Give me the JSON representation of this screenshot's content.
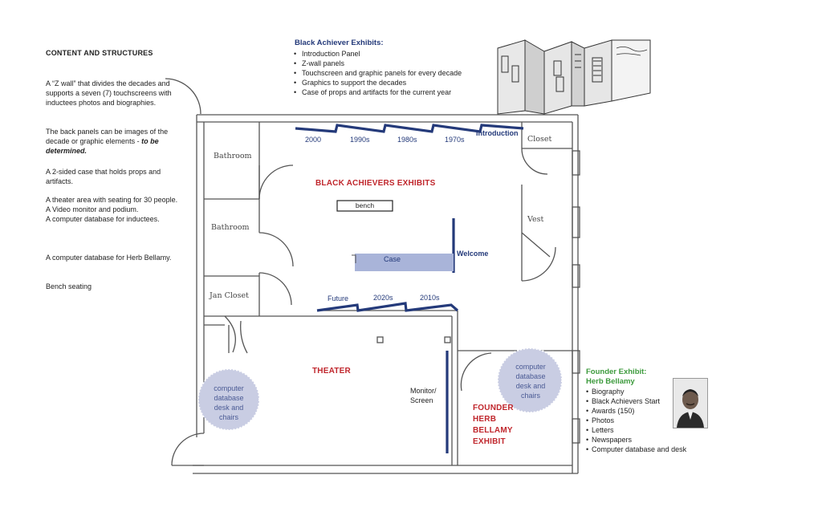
{
  "notes": {
    "title": "CONTENT AND STRUCTURES",
    "paragraphs": [
      "A “Z wall” that divides the decades and supports a seven (7) touchscreens with inductees photos and biographies.",
      "A theater area with seating for 30 people.",
      "A Video monitor and podium.",
      "A computer database for inductees.",
      "A computer database for Herb Bellamy.",
      "Bench seating"
    ],
    "back_panels_text": "The back panels can be images of the decade or graphic elements -",
    "back_panels_emphasis": "to be determined.",
    "case_text": "A 2-sided case that holds props and artifacts."
  },
  "exhibits": {
    "title": "Black Achiever Exhibits:",
    "items": [
      "Introduction Panel",
      "Z-wall panels",
      "Touchscreen and graphic panels for every decade",
      "Graphics to support the decades",
      "Case of props and artifacts for the current year"
    ]
  },
  "founder": {
    "title_line1": "Founder Exhibit:",
    "title_line2": "Herb Bellamy",
    "items": [
      "Biography",
      "Black Achievers Start",
      "Awards (150)",
      "Photos",
      "Letters",
      "Newspapers",
      "Computer database and desk"
    ]
  },
  "plan": {
    "rooms": {
      "bathroom1": "Bathroom",
      "bathroom2": "Bathroom",
      "jan_closet": "Jan Closet",
      "closet": "Closet",
      "vest": "Vest"
    },
    "decades_top": [
      "2000",
      "1990s",
      "1980s",
      "1970s"
    ],
    "introduction": "Introduction",
    "decades_bottom": [
      "Future",
      "2020s",
      "2010s"
    ],
    "exhibit_area": "BLACK ACHIEVERS EXHIBITS",
    "bench": "bench",
    "case": "Case",
    "welcome": "Welcome",
    "theater": "THEATER",
    "monitor_line1": "Monitor/",
    "monitor_line2": "Screen",
    "founder_area": [
      "FOUNDER",
      "HERB",
      "BELLAMY",
      "EXHIBIT"
    ],
    "db_left": [
      "computer",
      "database",
      "desk and",
      "chairs"
    ],
    "db_right": [
      "computer",
      "database",
      "desk and",
      "chairs"
    ]
  },
  "colors": {
    "wall_blue": "#243a7a",
    "accent_red": "#c0272d",
    "founder_green": "#3c9a3c",
    "circle_fill": "#c9cde3",
    "case_fill": "#a9b4d9"
  }
}
